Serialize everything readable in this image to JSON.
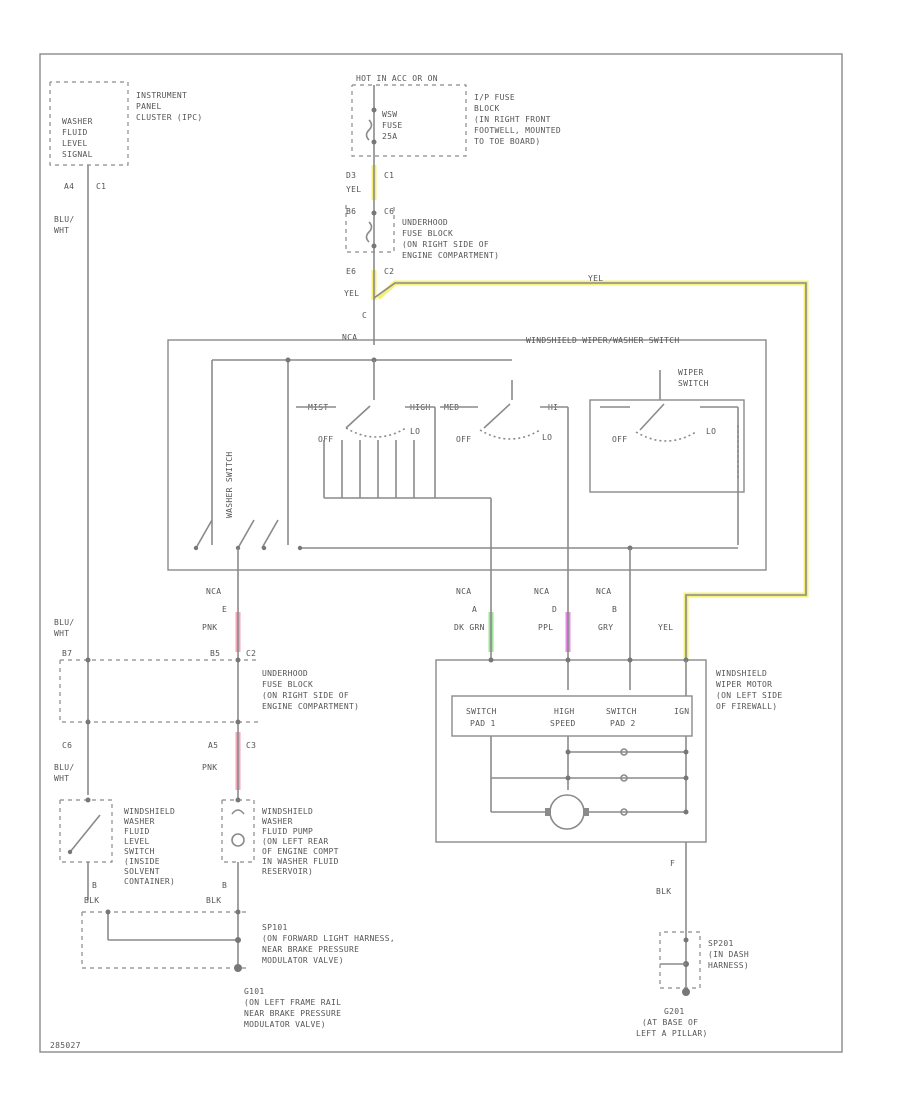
{
  "colors": {
    "yellow": "#f6f07a",
    "pink": "#f3a7b8",
    "green": "#9fe39a",
    "purple": "#e48be6",
    "line": "#8a8a8a",
    "text": "#555555"
  },
  "labels": {
    "ipc_title": [
      "INSTRUMENT",
      "PANEL",
      "CLUSTER (IPC)"
    ],
    "washer_fluid_signal": [
      "WASHER",
      "FLUID",
      "LEVEL",
      "SIGNAL"
    ],
    "ipc_conn": "C1",
    "ipc_pin": "A4",
    "blu_wht_1": [
      "BLU/",
      "WHT"
    ],
    "hot_in": "HOT IN ACC OR ON",
    "wiper_fuse": [
      "WSW",
      "FUSE",
      "25A"
    ],
    "ip_fuse_block": [
      "I/P FUSE",
      "BLOCK",
      "(IN RIGHT FRONT",
      "FOOTWELL, MOUNTED",
      "TO TOE BOARD)"
    ],
    "c1_top_pin": "D3",
    "c1_top": "C1",
    "yel_1": "YEL",
    "b6_pin": "B6",
    "b6_conn": "C6",
    "underhood_1": [
      "UNDERHOOD",
      "FUSE BLOCK",
      "(ON RIGHT SIDE OF",
      "ENGINE COMPARTMENT)"
    ],
    "e6_pin": "E6",
    "c2_top": "C2",
    "yel_2": "YEL",
    "yel_3": "YEL",
    "c_pin": "C",
    "nca_1": "NCA",
    "switch_title": "WINDSHIELD WIPER/WASHER SWITCH",
    "mist": "MIST",
    "high": "HIGH",
    "off_1": "OFF",
    "lo_1": "LO",
    "med": "MED",
    "off_2": "OFF",
    "lo_2": "LO",
    "hi": "HI",
    "wiper_switch": [
      "WIPER",
      "SWITCH"
    ],
    "off_3": "OFF",
    "lo_3": "LO",
    "washer_switch": "WASHER SWITCH",
    "nca_a": "NCA",
    "nca_b": "NCA",
    "nca_c": "NCA",
    "nca_d": "NCA",
    "pin_e": "E",
    "pnk_1": "PNK",
    "pin_a": "A",
    "dk_grn": "DK GRN",
    "pin_d": "D",
    "ppl": "PPL",
    "pin_b": "B",
    "gry": "GRY",
    "yel_4": "YEL",
    "blu_wht_2": [
      "BLU/",
      "WHT"
    ],
    "underhood_2_b7": "B7",
    "underhood_2_b5": "B5",
    "underhood_2_c2": "C2",
    "underhood_2": [
      "UNDERHOOD",
      "FUSE BLOCK",
      "(ON RIGHT SIDE OF",
      "ENGINE COMPARTMENT)"
    ],
    "c6_pin": "C6",
    "a5_pin": "A5",
    "c3_conn": "C3",
    "pnk_2": "PNK",
    "blu_wht_3": [
      "BLU/",
      "WHT"
    ],
    "level_switch": [
      "WINDSHIELD",
      "WASHER",
      "FLUID",
      "LEVEL",
      "SWITCH",
      "(INSIDE",
      "SOLVENT",
      "CONTAINER)"
    ],
    "pump": [
      "WINDSHIELD",
      "WASHER",
      "FLUID PUMP",
      "(ON LEFT REAR",
      "OF ENGINE COMPT",
      "IN WASHER FLUID",
      "RESERVOIR)"
    ],
    "pin_b2": "B",
    "pin_b3": "B",
    "blk_1": "BLK",
    "blk_2": "BLK",
    "sp101": [
      "SP101",
      "(ON FORWARD LIGHT HARNESS,",
      "NEAR BRAKE PRESSURE",
      "MODULATOR VALVE)"
    ],
    "g101": [
      "G101",
      "(ON LEFT FRAME RAIL",
      "NEAR BRAKE PRESSURE",
      "MODULATOR VALVE)"
    ],
    "motor": [
      "WINDSHIELD",
      "WIPER MOTOR",
      "(ON LEFT SIDE",
      "OF FIREWALL)"
    ],
    "motor_cells": [
      "SWITCH",
      "HIGH",
      "SWITCH",
      "IGN"
    ],
    "motor_cells_2": [
      "PAD 1",
      "SPEED",
      "PAD 2",
      ""
    ],
    "pin_f": "F",
    "blk_3": "BLK",
    "sp201": [
      "SP201",
      "(IN DASH",
      "HARNESS)"
    ],
    "g201": [
      "G201",
      "(AT BASE OF",
      "LEFT A PILLAR)"
    ],
    "footer_code": "285027"
  }
}
